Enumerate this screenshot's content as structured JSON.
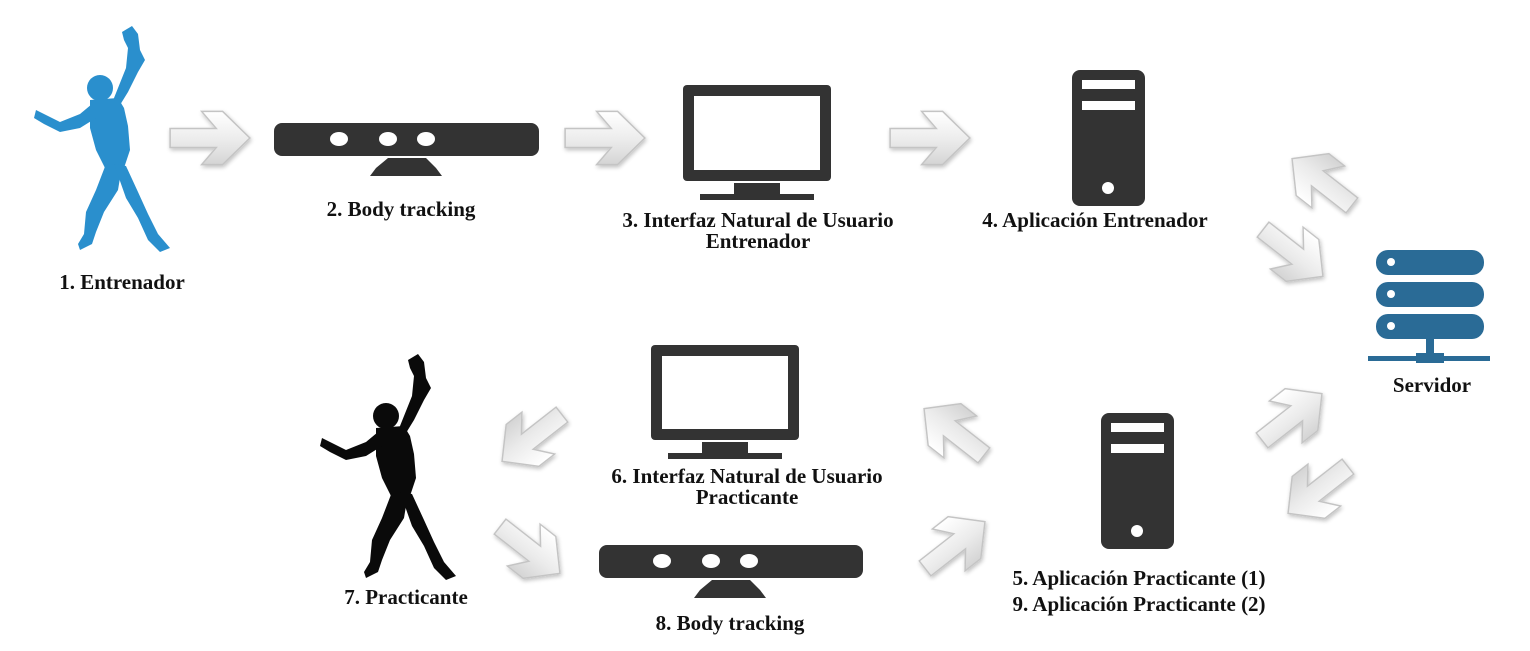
{
  "labels": {
    "entrenador": "1. Entrenador",
    "body_tracking_1": "2. Body tracking",
    "interfaz_entrenador_line1": "3. Interfaz Natural de Usuario",
    "interfaz_entrenador_line2": "Entrenador",
    "aplicacion_entrenador": "4. Aplicación Entrenador",
    "servidor": "Servidor",
    "interfaz_practicante_line1": "6. Interfaz Natural de Usuario",
    "interfaz_practicante_line2": "Practicante",
    "practicante": "7. Practicante",
    "body_tracking_2": "8. Body tracking",
    "aplicacion_practicante_1": "5. Aplicación Practicante (1)",
    "aplicacion_practicante_2": "9. Aplicación Practicante (2)"
  },
  "colors": {
    "trainer_figure": "#2a8fcd",
    "practicante_figure": "#0a0a0a",
    "device": "#333333",
    "server": "#2a6b96",
    "arrow_fill": "#ececec",
    "arrow_stroke": "#c4c4c4"
  },
  "icons": {
    "trainer": "person-pose-icon",
    "sensor": "kinect-sensor-icon",
    "monitor": "monitor-icon",
    "computer": "desktop-tower-icon",
    "server": "server-icon",
    "arrow": "arrow-icon"
  }
}
